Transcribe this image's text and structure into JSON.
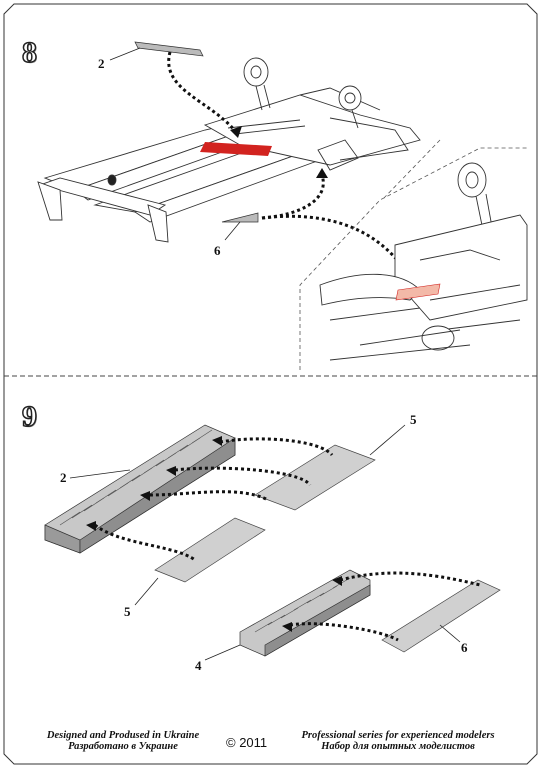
{
  "steps": [
    {
      "number": "8",
      "callouts": [
        "2",
        "6"
      ]
    },
    {
      "number": "9",
      "callouts": [
        "5",
        "2",
        "5",
        "4",
        "6"
      ]
    }
  ],
  "footer": {
    "designed_en": "Designed and Prodused in Ukraine",
    "designed_ru": "Разработано в Украине",
    "copyright": "© 2011",
    "series_en": "Professional series for experienced modelers",
    "series_ru": "Набор для опытных моделистов"
  },
  "colors": {
    "highlight_red": "#d2231f",
    "part_gray": "#c8c8c8",
    "line": "#222222"
  }
}
